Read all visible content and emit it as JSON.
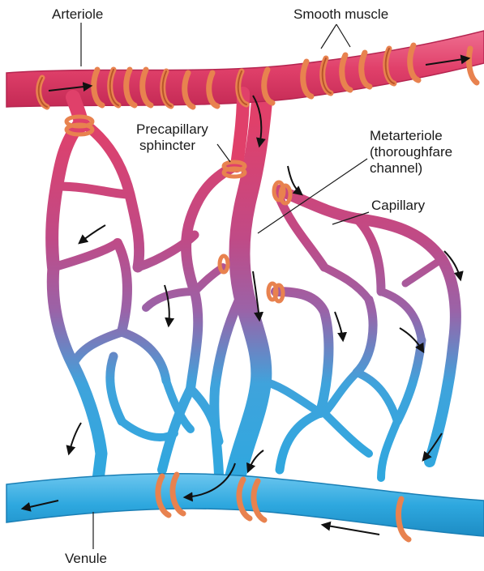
{
  "labels": {
    "arteriole": "Arteriole",
    "smooth_muscle": "Smooth muscle",
    "precapillary_1": "Precapillary",
    "precapillary_2": "sphincter",
    "metarteriole_1": "Metarteriole",
    "metarteriole_2": "(thoroughfare",
    "metarteriole_3": "channel)",
    "capillary": "Capillary",
    "venule": "Venule"
  },
  "colors": {
    "arterial": "#e0406a",
    "arterial_dark": "#c42a55",
    "transition": "#9a63a8",
    "venous": "#2ea8df",
    "venous_dark": "#1d8cc4",
    "muscle": "#e8824f",
    "muscle_dark": "#b8552a",
    "label_line": "#1a1a1a",
    "background": "#ffffff"
  }
}
